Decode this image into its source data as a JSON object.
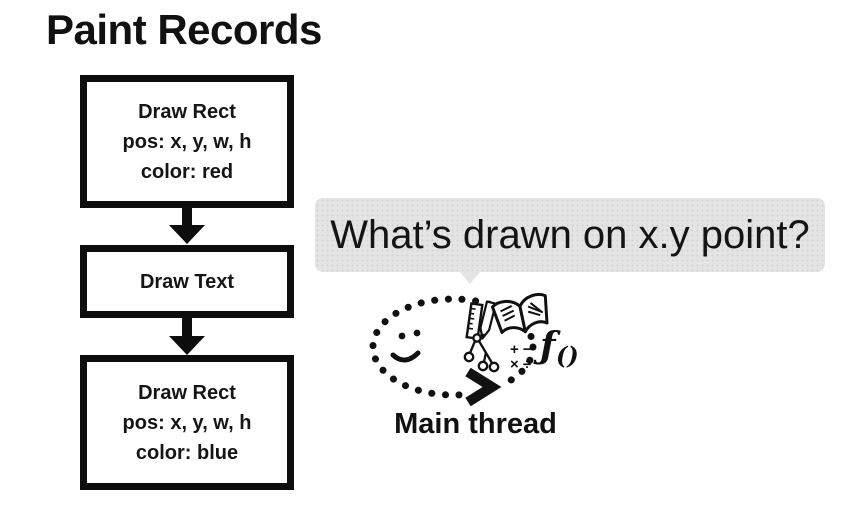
{
  "title": "Paint Records",
  "flow": {
    "boxes": [
      {
        "id": "paint-record-1",
        "lines": [
          "Draw Rect",
          "pos: x, y, w, h",
          "color: red"
        ]
      },
      {
        "id": "paint-record-2",
        "lines": [
          "Draw Text"
        ]
      },
      {
        "id": "paint-record-3",
        "lines": [
          "Draw Rect",
          "pos: x, y, w, h",
          "color: blue"
        ]
      }
    ]
  },
  "bubble": {
    "text": "What’s drawn on x.y point?"
  },
  "doodle": {
    "label": "Main thread",
    "math_top": "+ −",
    "math_bottom": "× ÷",
    "function_symbol": "ƒ",
    "function_args": "()"
  },
  "colors": {
    "background": "#ffffff",
    "ink": "#0d0d0d",
    "bubble_bg": "#e4e4e4",
    "bubble_dot": "#d2d2d2"
  }
}
